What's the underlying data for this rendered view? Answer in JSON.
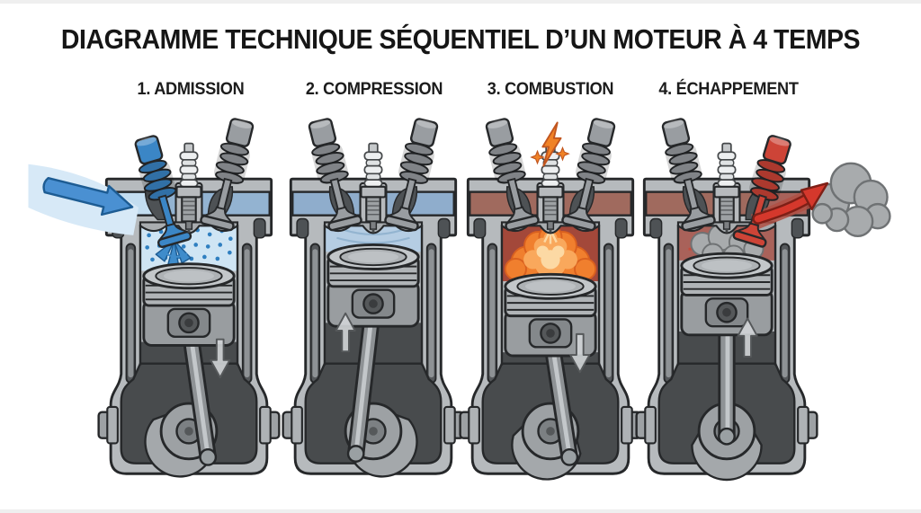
{
  "title": "DIAGRAMME TECHNIQUE SÉQUENTIEL D’UN MOTEUR À 4 TEMPS",
  "stages": [
    {
      "label": "1. ADMISSION",
      "colors": {
        "band": "#93b3d1",
        "chamber": "#cfe5f4",
        "vin": "#3b86c6",
        "vex": "#999da1",
        "accent": "#4a90d2",
        "mist": "#2f7fc0",
        "stream": "#d7e9f7",
        "port": "#c3ddf0"
      }
    },
    {
      "label": "2. COMPRESSION",
      "colors": {
        "band": "#8fadcc",
        "chamber": "#b5cde3",
        "vin": "#999da1",
        "vex": "#999da1",
        "accent": "#93b4d0"
      }
    },
    {
      "label": "3. COMBUSTION",
      "colors": {
        "band": "#a06a5e",
        "chamber": "#a3483a",
        "vin": "#999da1",
        "vex": "#999da1",
        "accent": "#f08226",
        "flame_outer": "#f07f2e",
        "flame_mid": "#f9a85c",
        "flame_core": "#fcd9a4",
        "flame_line": "#d9601f"
      }
    },
    {
      "label": "4. ÉCHAPPEMENT",
      "colors": {
        "band": "#a06a5e",
        "chamber": "#a9625a",
        "vin": "#999da1",
        "vex": "#cd4437",
        "accent": "#d5382c",
        "smoke": "#a8abad",
        "smoke_line": "#6f7274"
      }
    }
  ],
  "palette": {
    "block": "#b6babd",
    "block_shadow": "#999da0",
    "outline": "#26282a",
    "interior_dark": "#484b4d",
    "cutout_dark": "#4e5255",
    "metal": "#9da1a4",
    "ceramic_white": "#edeff0",
    "background": "#ffffff",
    "title_color": "#161616"
  }
}
